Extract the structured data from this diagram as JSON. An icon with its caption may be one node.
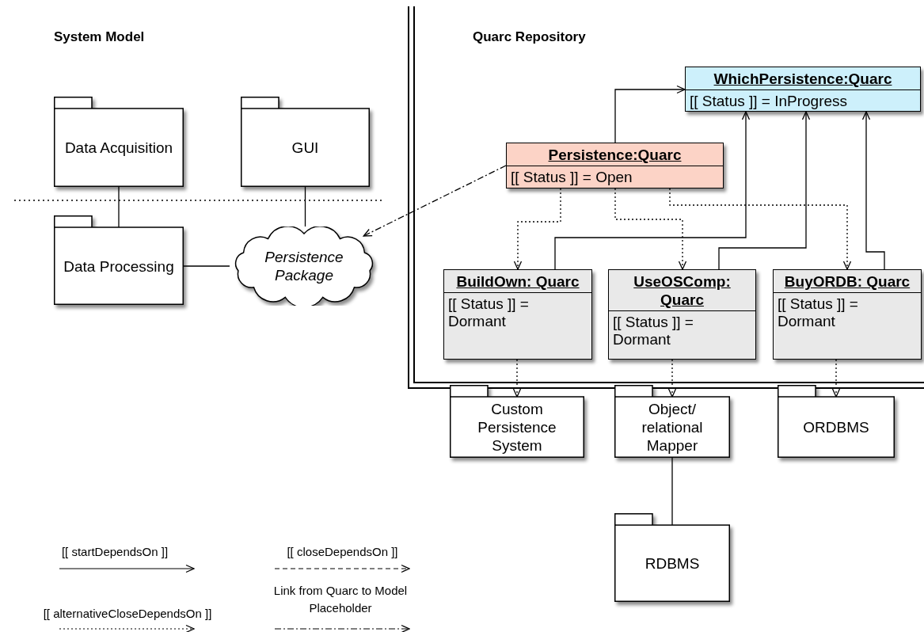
{
  "diagram": {
    "nodes": [
      {
        "text": [
          "Data Acquisition"
        ]
      },
      {
        "text": [
          "GUI"
        ]
      },
      {
        "text": [
          "Data Processing"
        ]
      },
      {
        "text": [
          "Persistence Package"
        ]
      },
      {
        "text": [
          "WhichPersistence:Quarc",
          "[[ Status ]] = InProgress"
        ]
      },
      {
        "text": [
          "Persistence:Quarc",
          "[[ Status ]] = Open"
        ]
      },
      {
        "text": [
          "BuildOwn: Quarc",
          "[[ Status ]] = Dormant"
        ]
      },
      {
        "text": [
          "UseOSComp: Quarc",
          "[[ Status ]] = Dormant"
        ]
      },
      {
        "text": [
          "BuyORDB: Quarc",
          "[[ Status ]] = Dormant"
        ]
      },
      {
        "text": [
          "Custom Persistence System"
        ]
      },
      {
        "text": [
          "Object/ relational Mapper"
        ]
      },
      {
        "text": [
          "ORDBMS"
        ]
      },
      {
        "text": [
          "RDBMS"
        ]
      }
    ],
    "edges": [
      {
        "from": 0,
        "to": 2,
        "arrow": "none"
      },
      {
        "from": 1,
        "to": 3,
        "arrow": "none"
      },
      {
        "from": 2,
        "to": 3,
        "arrow": "none"
      },
      {
        "from": 5,
        "to": 3,
        "arrow": "to",
        "style": "dashed"
      },
      {
        "from": 5,
        "to": 4,
        "arrow": "to"
      },
      {
        "from": 6,
        "to": 4,
        "arrow": "to"
      },
      {
        "from": 7,
        "to": 4,
        "arrow": "to"
      },
      {
        "from": 8,
        "to": 4,
        "arrow": "to"
      },
      {
        "from": 5,
        "to": 6,
        "arrow": "to",
        "style": "dashed"
      },
      {
        "from": 5,
        "to": 7,
        "arrow": "to",
        "style": "dashed"
      },
      {
        "from": 5,
        "to": 8,
        "arrow": "to",
        "style": "dashed"
      },
      {
        "from": 6,
        "to": 9,
        "arrow": "to",
        "style": "dashed"
      },
      {
        "from": 7,
        "to": 10,
        "arrow": "to",
        "style": "dashed"
      },
      {
        "from": 8,
        "to": 11,
        "arrow": "to",
        "style": "dashed"
      },
      {
        "from": 10,
        "to": 12,
        "arrow": "none"
      }
    ],
    "labels": [
      "System Model",
      "Quarc Repository"
    ],
    "legend": [
      {
        "text": "[[ startDependsOn ]]"
      },
      {
        "text": "[[ closeDependsOn ]]"
      },
      {
        "text": "[[ alternativeCloseDependsOn ]]"
      },
      {
        "text": "Link from Quarc to Model Placeholder"
      }
    ]
  }
}
